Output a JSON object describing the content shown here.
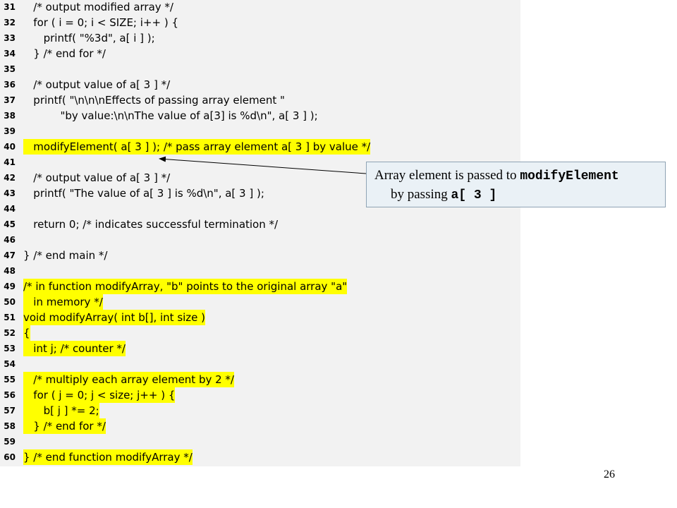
{
  "code_lines": [
    {
      "n": "31",
      "t": "   /* output modified array */",
      "hl": false
    },
    {
      "n": "32",
      "t": "   for ( i = 0; i < SIZE; i++ ) {",
      "hl": false
    },
    {
      "n": "33",
      "t": "      printf( \"%3d\", a[ i ] );",
      "hl": false
    },
    {
      "n": "34",
      "t": "   } /* end for */",
      "hl": false
    },
    {
      "n": "35",
      "t": "",
      "hl": false
    },
    {
      "n": "36",
      "t": "   /* output value of a[ 3 ] */",
      "hl": false
    },
    {
      "n": "37",
      "t": "   printf( \"\\n\\n\\nEffects of passing array element \"",
      "hl": false
    },
    {
      "n": "38",
      "t": "           \"by value:\\n\\nThe value of a[3] is %d\\n\", a[ 3 ] );",
      "hl": false
    },
    {
      "n": "39",
      "t": "",
      "hl": false
    },
    {
      "n": "40",
      "t": "   modifyElement( a[ 3 ] ); /* pass array element a[ 3 ] by value */",
      "hl": true
    },
    {
      "n": "41",
      "t": "",
      "hl": false
    },
    {
      "n": "42",
      "t": "   /* output value of a[ 3 ] */",
      "hl": false
    },
    {
      "n": "43",
      "t": "   printf( \"The value of a[ 3 ] is %d\\n\", a[ 3 ] );",
      "hl": false
    },
    {
      "n": "44",
      "t": "",
      "hl": false
    },
    {
      "n": "45",
      "t": "   return 0; /* indicates successful termination */",
      "hl": false
    },
    {
      "n": "46",
      "t": "",
      "hl": false
    },
    {
      "n": "47",
      "t": "} /* end main */",
      "hl": false
    },
    {
      "n": "48",
      "t": "",
      "hl": false
    },
    {
      "n": "49",
      "t": "/* in function modifyArray, \"b\" points to the original array \"a\"",
      "hl": true
    },
    {
      "n": "50",
      "t": "   in memory */",
      "hl": true
    },
    {
      "n": "51",
      "t": "void modifyArray( int b[], int size )",
      "hl": true
    },
    {
      "n": "52",
      "t": "{",
      "hl": true
    },
    {
      "n": "53",
      "t": "   int j; /* counter */",
      "hl": true
    },
    {
      "n": "54",
      "t": "",
      "hl": false
    },
    {
      "n": "55",
      "t": "   /* multiply each array element by 2 */",
      "hl": true
    },
    {
      "n": "56",
      "t": "   for ( j = 0; j < size; j++ ) {",
      "hl": true
    },
    {
      "n": "57",
      "t": "      b[ j ] *= 2;",
      "hl": true
    },
    {
      "n": "58",
      "t": "   } /* end for */",
      "hl": true
    },
    {
      "n": "59",
      "t": "",
      "hl": false
    },
    {
      "n": "60",
      "t": "} /* end function modifyArray */",
      "hl": true
    }
  ],
  "callout": {
    "line1_text": "Array element is passed to ",
    "line1_code": "modifyElement",
    "line2_text": "by passing ",
    "line2_code": "a[ 3 ]"
  },
  "page_number": "26",
  "colors": {
    "panel_bg": "#f2f2f2",
    "highlight": "#ffff00",
    "keyword": "#000080",
    "number": "#1e90ff",
    "callout_bg": "#eaf1f6",
    "callout_border": "#8fa3b4"
  }
}
